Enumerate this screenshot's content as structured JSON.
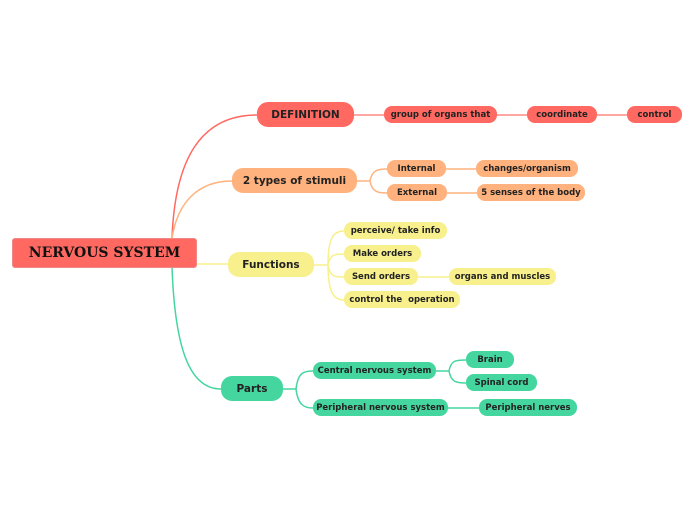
{
  "root": "NERVOUS SYSTEM",
  "definition": {
    "label": "DEFINITION",
    "children": [
      "group of organs that",
      "coordinate",
      "control"
    ]
  },
  "stimuli": {
    "label": "2 types of stimuli",
    "internal": "Internal",
    "internal_detail": "changes/organism",
    "external": "External",
    "external_detail": "5 senses of the body"
  },
  "functions": {
    "label": "Functions",
    "items": [
      "perceive/ take info",
      "Make orders",
      "Send orders",
      "control the  operation"
    ],
    "send_detail": "organs and muscles"
  },
  "parts": {
    "label": "Parts",
    "central": "Central nervous system",
    "central_children": [
      "Brain",
      "Spinal cord"
    ],
    "peripheral": "Peripheral nervous system",
    "peripheral_child": "Peripheral nerves"
  },
  "colors": {
    "definition": "#ff6961",
    "stimuli": "#ffb27d",
    "functions": "#f8f08c",
    "parts": "#45d6a0"
  }
}
